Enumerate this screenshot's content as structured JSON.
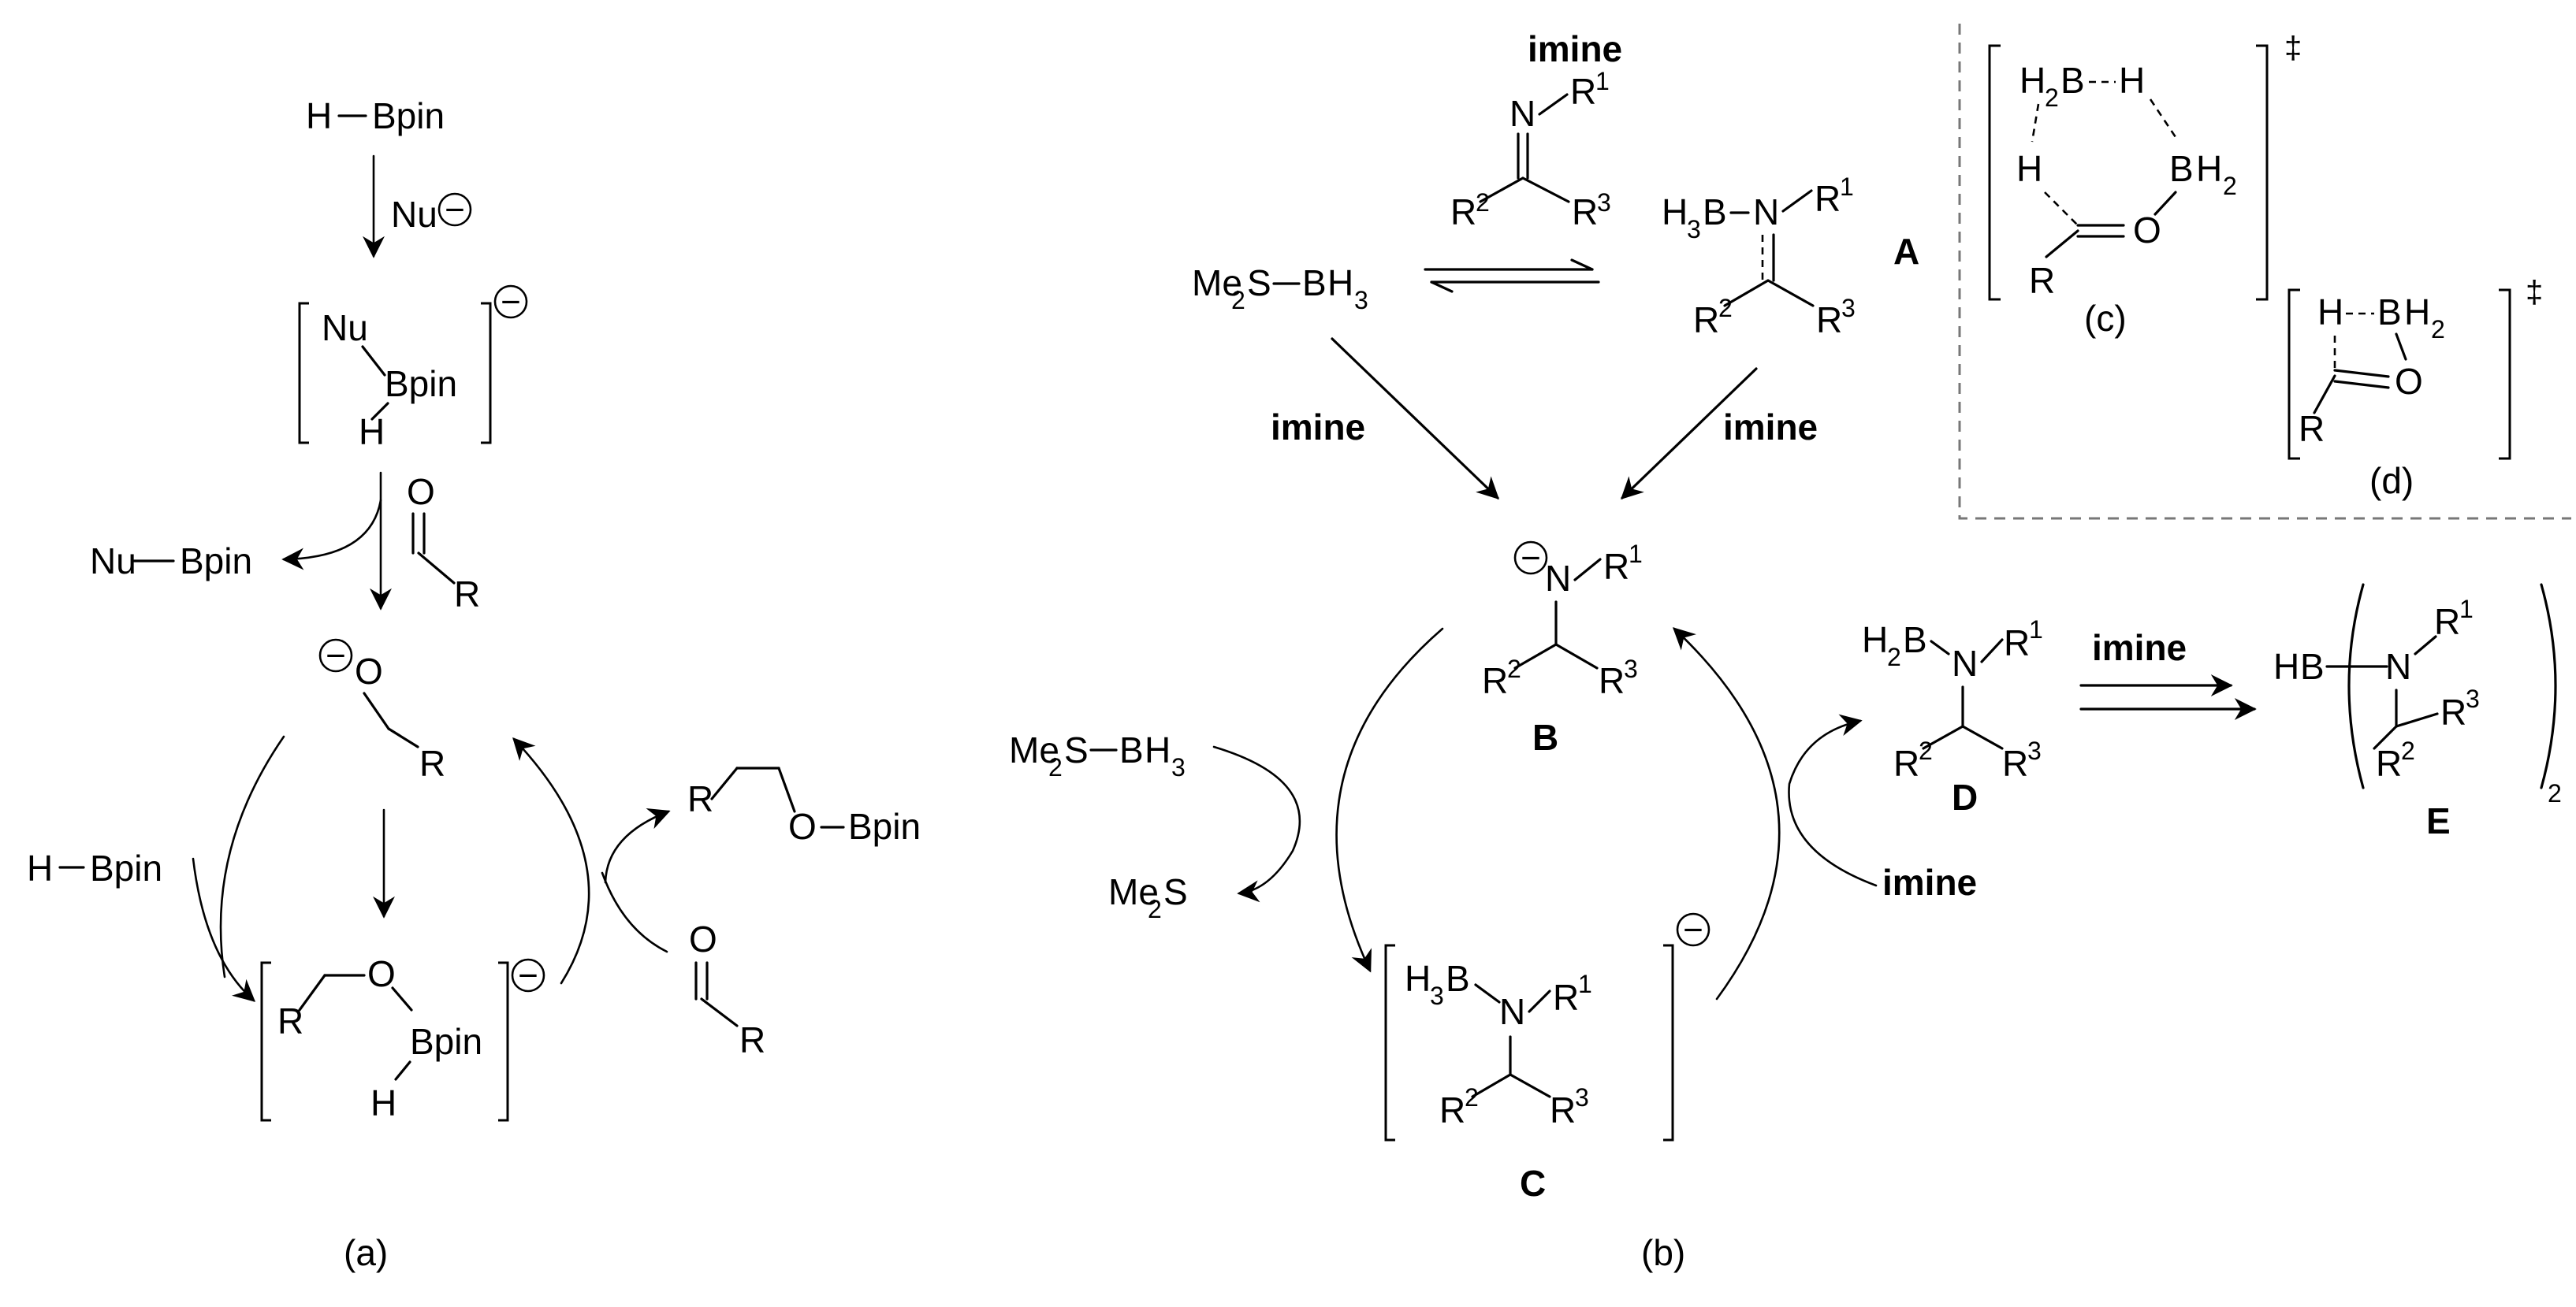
{
  "labels": {
    "panel_a": "(a)",
    "panel_b": "(b)",
    "panel_c": "(c)",
    "panel_d": "(d)"
  },
  "atoms": {
    "H": "H",
    "B": "B",
    "N": "N",
    "O": "O",
    "S": "S",
    "R": "R",
    "Nu": "Nu",
    "Bpin": "Bpin",
    "Me": "Me"
  },
  "numerals": {
    "one": "1",
    "two": "2",
    "three": "3"
  },
  "charges": {
    "minus": "−",
    "dagger": "‡"
  },
  "reagents": {
    "imine": "imine"
  },
  "compounds": {
    "A": "A",
    "B": "B",
    "C": "C",
    "D": "D",
    "E": "E"
  },
  "colors": {
    "ink": "#000000",
    "panel_border": "#777777",
    "background": "#ffffff"
  }
}
